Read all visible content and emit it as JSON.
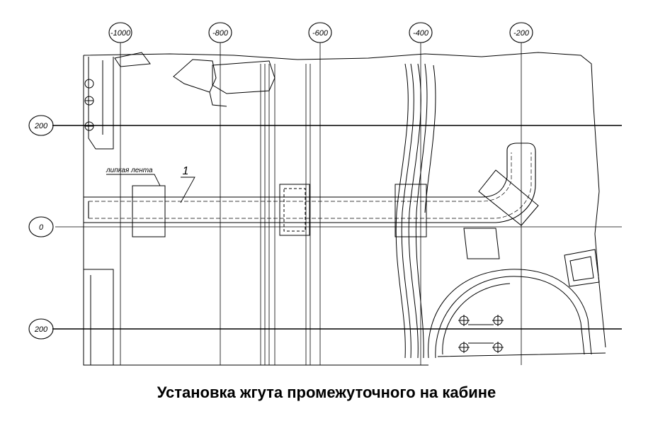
{
  "caption": "Установка жгута промежуточного на кабине",
  "axis_x_labels": [
    "-1000",
    "-800",
    "-600",
    "-400",
    "-200"
  ],
  "axis_y_labels": [
    "200",
    "0",
    "200"
  ],
  "callout_number": "1",
  "callout_text": "липкая лента"
}
